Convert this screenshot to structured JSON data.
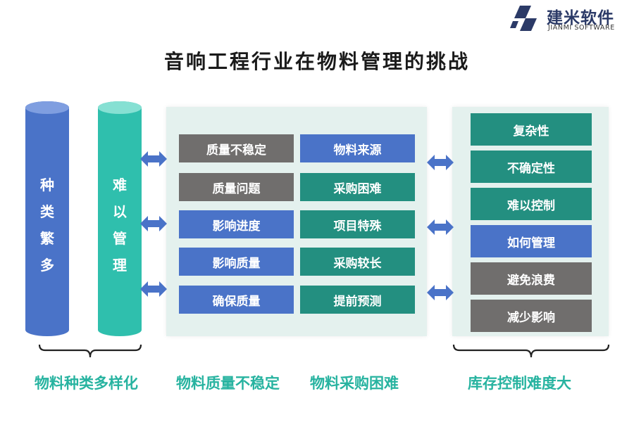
{
  "logo": {
    "brand": "建米软件",
    "subtitle": "JIANMI SOFTWARE"
  },
  "title": "音响工程行业在物料管理的挑战",
  "cylinders": [
    {
      "chars": [
        "种",
        "类",
        "繁",
        "多"
      ],
      "color": "#4a73c8"
    },
    {
      "chars": [
        "难",
        "以",
        "管",
        "理"
      ],
      "color": "#2fbfad"
    }
  ],
  "middle": {
    "left_column": [
      {
        "label": "质量不稳定",
        "tone": "gray"
      },
      {
        "label": "质量问题",
        "tone": "gray"
      },
      {
        "label": "影响进度",
        "tone": "blue"
      },
      {
        "label": "影响质量",
        "tone": "blue"
      },
      {
        "label": "确保质量",
        "tone": "blue"
      }
    ],
    "right_column": [
      {
        "label": "物料来源",
        "tone": "blue"
      },
      {
        "label": "采购困难",
        "tone": "teal"
      },
      {
        "label": "项目特殊",
        "tone": "teal"
      },
      {
        "label": "采购较长",
        "tone": "teal"
      },
      {
        "label": "提前预测",
        "tone": "teal"
      }
    ]
  },
  "right": [
    {
      "label": "复杂性",
      "tone": "teal"
    },
    {
      "label": "不确定性",
      "tone": "teal"
    },
    {
      "label": "难以控制",
      "tone": "teal"
    },
    {
      "label": "如何管理",
      "tone": "blue"
    },
    {
      "label": "避免浪费",
      "tone": "gray"
    },
    {
      "label": "减少影响",
      "tone": "gray"
    }
  ],
  "captions": [
    "物料种类多样化",
    "物料质量不稳定",
    "物料采购困难",
    "库存控制难度大"
  ],
  "colors": {
    "blue": "#4a73c8",
    "teal": "#238f80",
    "gray": "#706e6d",
    "caption": "#27b3a0",
    "arrow": "#4a73c8"
  }
}
